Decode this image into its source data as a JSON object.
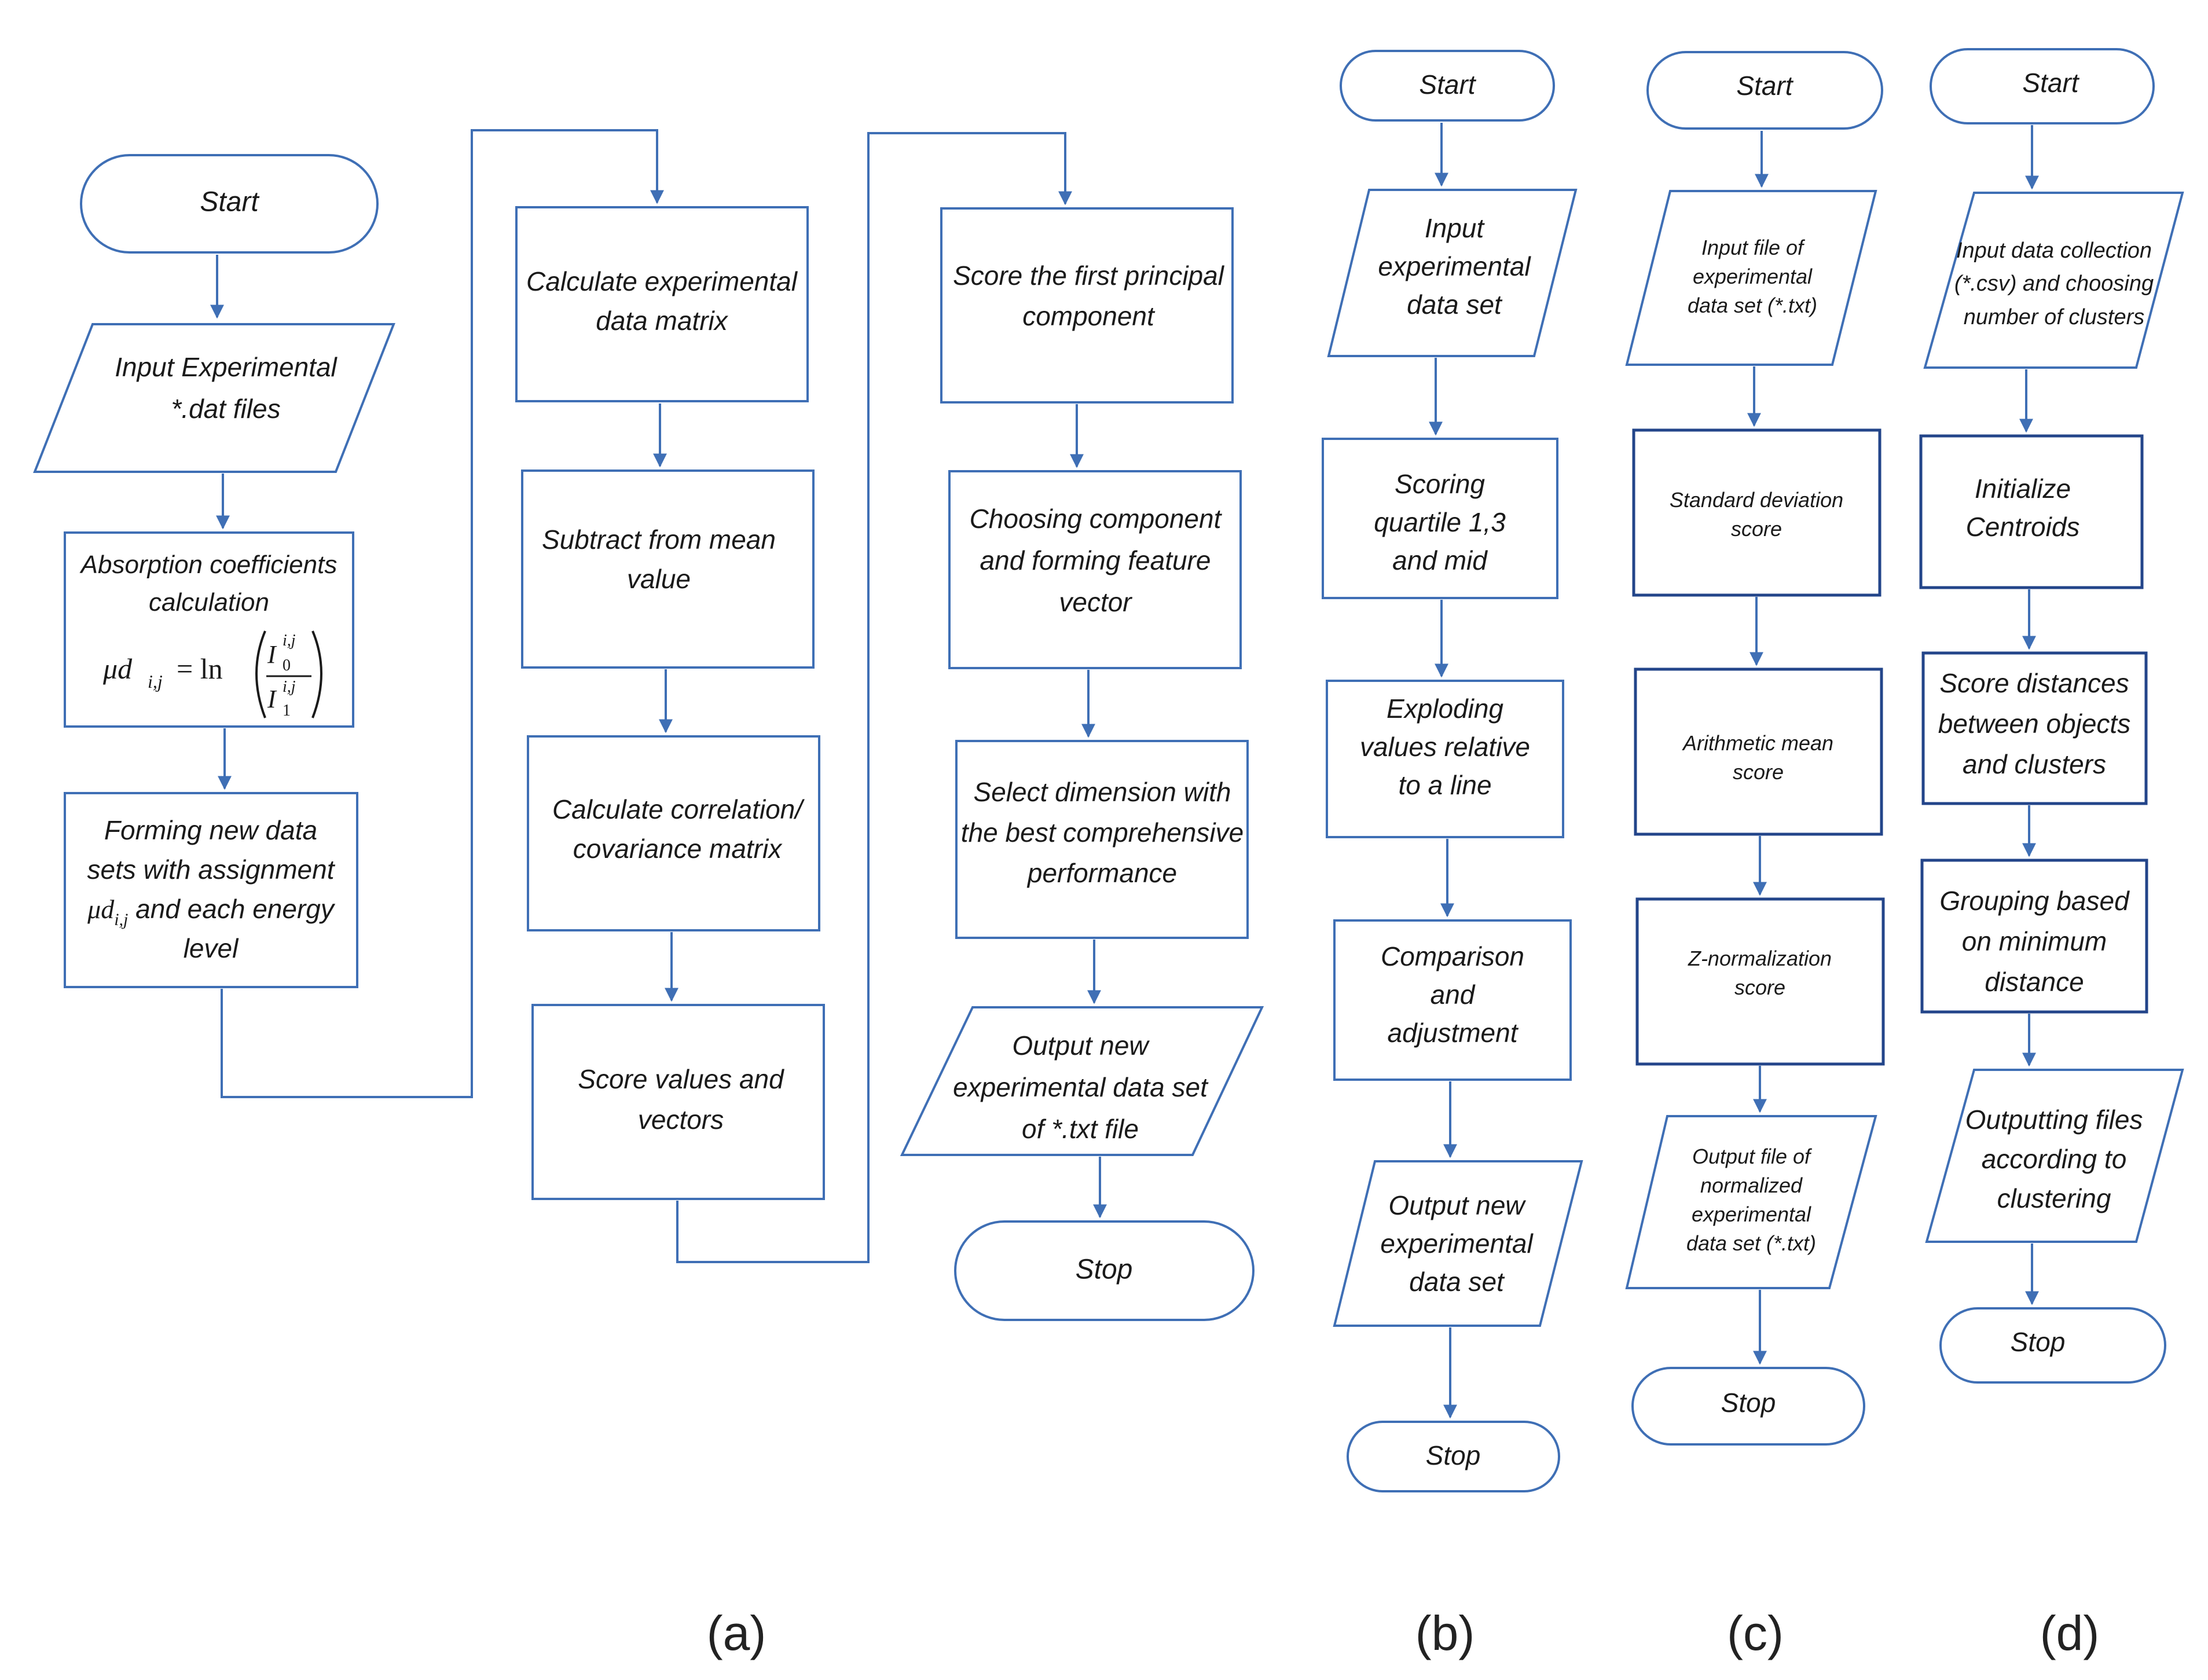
{
  "colors": {
    "stroke": "#3f6fb5",
    "stroke_dark": "#23458a",
    "text": "#1a1a1a",
    "background": "#ffffff"
  },
  "panel_labels": [
    "(a)",
    "(b)",
    "(c)",
    "(d)"
  ],
  "flowchart_a": {
    "start": "Start",
    "input": [
      "Input Experimental",
      "*.dat files"
    ],
    "absorption": [
      "Absorption coefficients",
      "calculation"
    ],
    "absorption_formula": {
      "lhs_base": "μd",
      "lhs_sub": "i,j",
      "eq": "= ln",
      "num_base": "I",
      "num_sub": "0",
      "num_sup": "i,j",
      "den_base": "I",
      "den_sub": "1",
      "den_sup": "i,j"
    },
    "forming": {
      "line1": "Forming new data",
      "line2": "sets with assignment",
      "line3_base": "μd",
      "line3_sub": "i,j",
      "line3_rest": " and each energy",
      "line4": "level"
    },
    "calc_matrix": [
      "Calculate experimental",
      "data matrix"
    ],
    "subtract": [
      "Subtract from mean",
      "value"
    ],
    "correlation": [
      "Calculate correlation/",
      "covariance matrix"
    ],
    "score_values": [
      "Score values and",
      "vectors"
    ],
    "score_first": [
      "Score the first principal",
      "component"
    ],
    "choosing": [
      "Choosing component",
      "and forming feature",
      "vector"
    ],
    "select_dim": [
      "Select dimension with",
      "the best comprehensive",
      "performance"
    ],
    "output": [
      "Output new",
      "experimental data set",
      "of *.txt file"
    ],
    "stop": "Stop"
  },
  "flowchart_b": {
    "start": "Start",
    "input": [
      "Input",
      "experimental",
      "data set"
    ],
    "scoring": [
      "Scoring",
      "quartile 1,3",
      "and mid"
    ],
    "exploding": [
      "Exploding",
      "values relative",
      "to a line"
    ],
    "comparison": [
      "Comparison",
      "and",
      "adjustment"
    ],
    "output": [
      "Output new",
      "experimental",
      "data set"
    ],
    "stop": "Stop"
  },
  "flowchart_c": {
    "start": "Start",
    "input": [
      "Input file of",
      "experimental",
      "data set (*.txt)"
    ],
    "std_dev": [
      "Standard deviation",
      "score"
    ],
    "arith_mean": [
      "Arithmetic mean",
      "score"
    ],
    "z_norm": [
      "Z-normalization",
      "score"
    ],
    "output": [
      "Output file of",
      "normalized",
      "experimental",
      "data set (*.txt)"
    ],
    "stop": "Stop"
  },
  "flowchart_d": {
    "start": "Start",
    "input": [
      "Input data collection",
      "(*.csv) and choosing",
      "number of clusters"
    ],
    "init": [
      "Initialize",
      "Centroids"
    ],
    "score_dist": [
      "Score distances",
      "between objects",
      "and clusters"
    ],
    "grouping": [
      "Grouping based",
      "on minimum",
      "distance"
    ],
    "outputting": [
      "Outputting files",
      "according to",
      "clustering"
    ],
    "stop": "Stop"
  }
}
